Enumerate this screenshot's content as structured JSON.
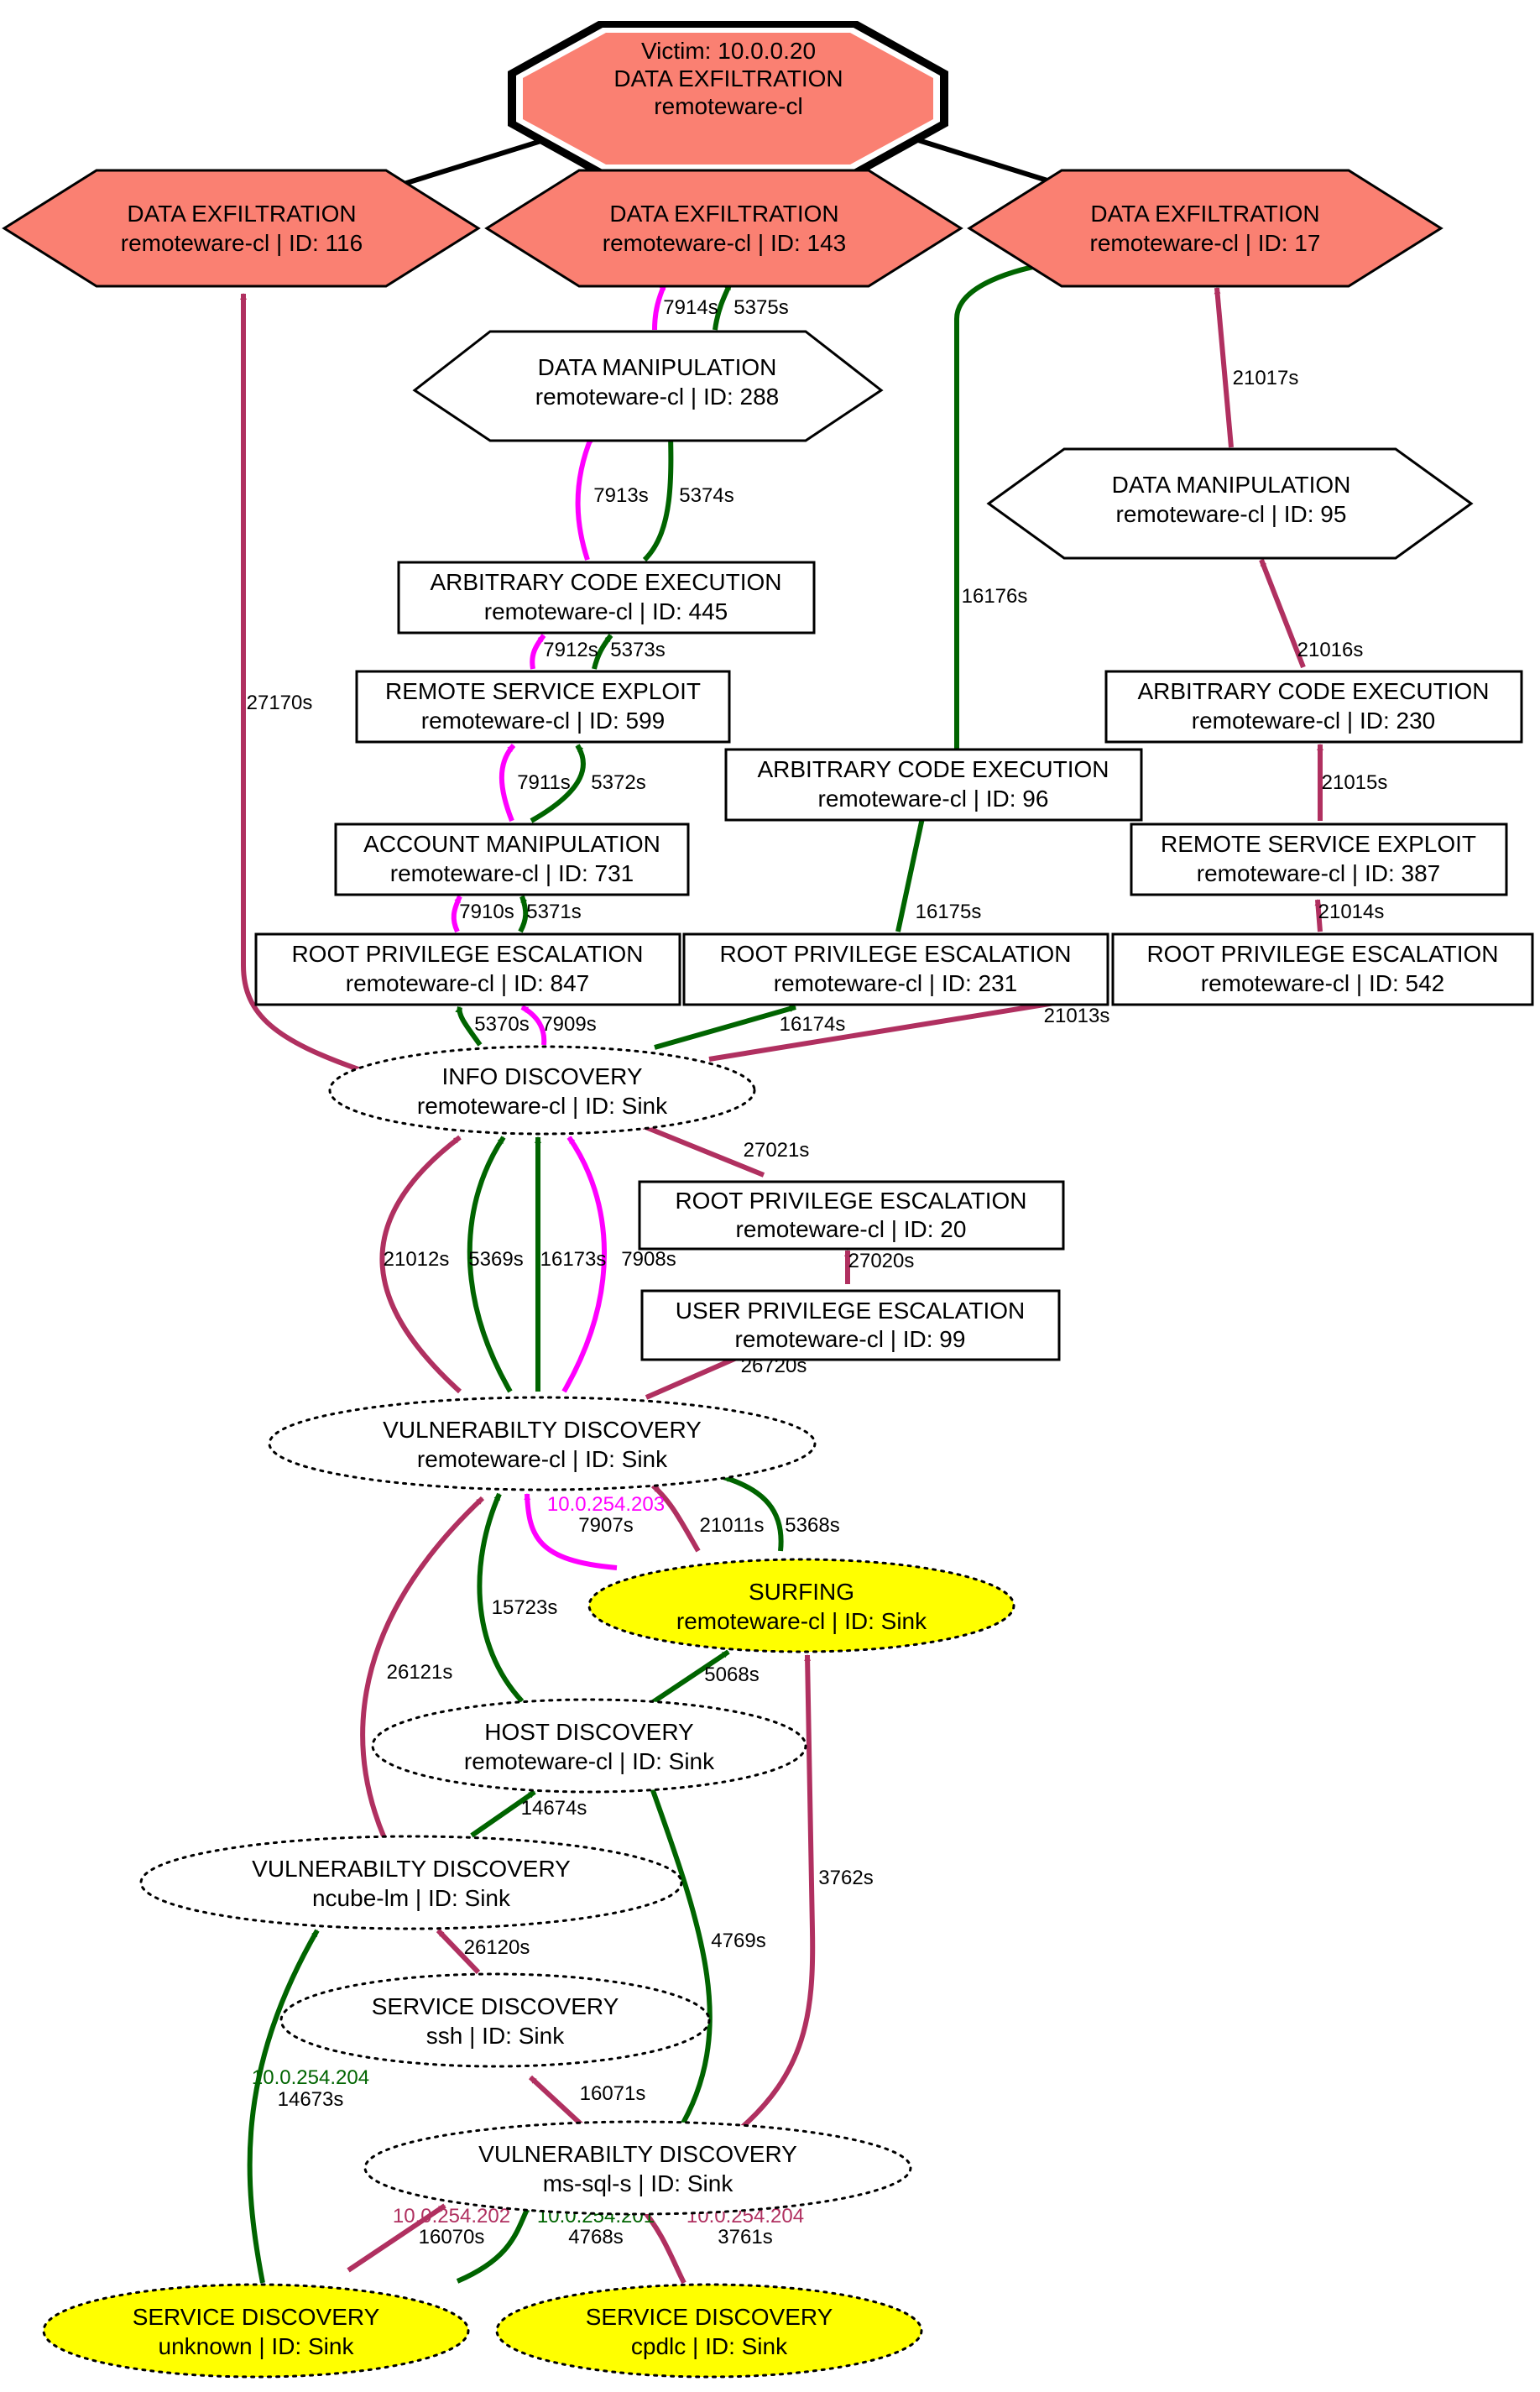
{
  "colors": {
    "victim_fill": "#fa8072",
    "sink_fill": "#ffff00",
    "green": "#006400",
    "magenta": "#ff00ff",
    "maroon": "#b03060",
    "black": "#000000"
  },
  "nodes": {
    "victim": {
      "line1": "Victim: 10.0.0.20",
      "line2": "DATA EXFILTRATION",
      "line3": "remoteware-cl"
    },
    "exfil_116": {
      "line1": "DATA EXFILTRATION",
      "line2": "remoteware-cl | ID: 116"
    },
    "exfil_143": {
      "line1": "DATA EXFILTRATION",
      "line2": "remoteware-cl | ID: 143"
    },
    "exfil_17": {
      "line1": "DATA EXFILTRATION",
      "line2": "remoteware-cl | ID: 17"
    },
    "manip_288": {
      "line1": "DATA MANIPULATION",
      "line2": "remoteware-cl | ID: 288"
    },
    "manip_95": {
      "line1": "DATA MANIPULATION",
      "line2": "remoteware-cl | ID: 95"
    },
    "ace_445": {
      "line1": "ARBITRARY CODE EXECUTION",
      "line2": "remoteware-cl | ID: 445"
    },
    "rse_599": {
      "line1": "REMOTE SERVICE EXPLOIT",
      "line2": "remoteware-cl | ID: 599"
    },
    "ace_96": {
      "line1": "ARBITRARY CODE EXECUTION",
      "line2": "remoteware-cl | ID: 96"
    },
    "ace_230": {
      "line1": "ARBITRARY CODE EXECUTION",
      "line2": "remoteware-cl | ID: 230"
    },
    "acct_731": {
      "line1": "ACCOUNT MANIPULATION",
      "line2": "remoteware-cl | ID: 731"
    },
    "rse_387": {
      "line1": "REMOTE SERVICE EXPLOIT",
      "line2": "remoteware-cl | ID: 387"
    },
    "rpe_847": {
      "line1": "ROOT PRIVILEGE ESCALATION",
      "line2": "remoteware-cl | ID: 847"
    },
    "rpe_231": {
      "line1": "ROOT PRIVILEGE ESCALATION",
      "line2": "remoteware-cl | ID: 231"
    },
    "rpe_542": {
      "line1": "ROOT PRIVILEGE ESCALATION",
      "line2": "remoteware-cl | ID: 542"
    },
    "info_sink": {
      "line1": "INFO DISCOVERY",
      "line2": "remoteware-cl | ID: Sink"
    },
    "rpe_20": {
      "line1": "ROOT PRIVILEGE ESCALATION",
      "line2": "remoteware-cl | ID: 20"
    },
    "upe_99": {
      "line1": "USER PRIVILEGE ESCALATION",
      "line2": "remoteware-cl | ID: 99"
    },
    "vuln_remote": {
      "line1": "VULNERABILTY DISCOVERY",
      "line2": "remoteware-cl | ID: Sink"
    },
    "surfing": {
      "line1": "SURFING",
      "line2": "remoteware-cl | ID: Sink"
    },
    "host_disc": {
      "line1": "HOST DISCOVERY",
      "line2": "remoteware-cl | ID: Sink"
    },
    "vuln_ncube": {
      "line1": "VULNERABILTY DISCOVERY",
      "line2": "ncube-lm | ID: Sink"
    },
    "svc_ssh": {
      "line1": "SERVICE DISCOVERY",
      "line2": "ssh | ID: Sink"
    },
    "vuln_mssql": {
      "line1": "VULNERABILTY DISCOVERY",
      "line2": "ms-sql-s | ID: Sink"
    },
    "svc_unknown": {
      "line1": "SERVICE DISCOVERY",
      "line2": "unknown | ID: Sink"
    },
    "svc_cpdlc": {
      "line1": "SERVICE DISCOVERY",
      "line2": "cpdlc | ID: Sink"
    }
  },
  "edges": [
    {
      "id": "e1",
      "from": "exfil_116",
      "to": "victim",
      "color": "black",
      "label": ""
    },
    {
      "id": "e2",
      "from": "exfil_143",
      "to": "victim",
      "color": "black",
      "label": ""
    },
    {
      "id": "e3",
      "from": "exfil_17",
      "to": "victim",
      "color": "black",
      "label": ""
    },
    {
      "id": "e4",
      "from": "info_sink",
      "to": "exfil_116",
      "color": "maroon",
      "label": "27170s"
    },
    {
      "id": "e5",
      "from": "manip_288",
      "to": "exfil_143",
      "color": "magenta",
      "label": "7914s"
    },
    {
      "id": "e6",
      "from": "manip_288",
      "to": "exfil_143",
      "color": "green",
      "label": "5375s"
    },
    {
      "id": "e7",
      "from": "ace_96",
      "to": "exfil_17",
      "color": "green",
      "label": "16176s"
    },
    {
      "id": "e8",
      "from": "manip_95",
      "to": "exfil_17",
      "color": "maroon",
      "label": "21017s"
    },
    {
      "id": "e9",
      "from": "ace_445",
      "to": "manip_288",
      "color": "magenta",
      "label": "7913s"
    },
    {
      "id": "e10",
      "from": "ace_445",
      "to": "manip_288",
      "color": "green",
      "label": "5374s"
    },
    {
      "id": "e11",
      "from": "ace_230",
      "to": "manip_95",
      "color": "maroon",
      "label": "21016s"
    },
    {
      "id": "e12",
      "from": "rse_599",
      "to": "ace_445",
      "color": "magenta",
      "label": "7912s"
    },
    {
      "id": "e13",
      "from": "rse_599",
      "to": "ace_445",
      "color": "green",
      "label": "5373s"
    },
    {
      "id": "e14",
      "from": "rse_387",
      "to": "ace_230",
      "color": "maroon",
      "label": "21015s"
    },
    {
      "id": "e15",
      "from": "acct_731",
      "to": "rse_599",
      "color": "magenta",
      "label": "7911s"
    },
    {
      "id": "e16",
      "from": "acct_731",
      "to": "rse_599",
      "color": "green",
      "label": "5372s"
    },
    {
      "id": "e17",
      "from": "rpe_231",
      "to": "ace_96",
      "color": "green",
      "label": "16175s"
    },
    {
      "id": "e18",
      "from": "rpe_542",
      "to": "rse_387",
      "color": "maroon",
      "label": "21014s"
    },
    {
      "id": "e19",
      "from": "rpe_847",
      "to": "acct_731",
      "color": "magenta",
      "label": "7910s"
    },
    {
      "id": "e20",
      "from": "rpe_847",
      "to": "acct_731",
      "color": "green",
      "label": "5371s"
    },
    {
      "id": "e21",
      "from": "info_sink",
      "to": "rpe_847",
      "color": "green",
      "label": "5370s"
    },
    {
      "id": "e22",
      "from": "info_sink",
      "to": "rpe_847",
      "color": "magenta",
      "label": "7909s"
    },
    {
      "id": "e23",
      "from": "info_sink",
      "to": "rpe_231",
      "color": "green",
      "label": "16174s"
    },
    {
      "id": "e24",
      "from": "info_sink",
      "to": "rpe_542",
      "color": "maroon",
      "label": "21013s"
    },
    {
      "id": "e25",
      "from": "rpe_20",
      "to": "info_sink",
      "color": "maroon",
      "label": "27021s"
    },
    {
      "id": "e26",
      "from": "upe_99",
      "to": "rpe_20",
      "color": "maroon",
      "label": "27020s"
    },
    {
      "id": "e27",
      "from": "vuln_remote",
      "to": "upe_99",
      "color": "maroon",
      "label": "26720s"
    },
    {
      "id": "e28",
      "from": "vuln_remote",
      "to": "info_sink",
      "color": "maroon",
      "label": "21012s"
    },
    {
      "id": "e29",
      "from": "vuln_remote",
      "to": "info_sink",
      "color": "green",
      "label": "5369s"
    },
    {
      "id": "e30",
      "from": "vuln_remote",
      "to": "info_sink",
      "color": "green",
      "label": "16173s"
    },
    {
      "id": "e31",
      "from": "vuln_remote",
      "to": "info_sink",
      "color": "magenta",
      "label": "7908s"
    },
    {
      "id": "e32",
      "from": "surfing",
      "to": "vuln_remote",
      "color": "magenta",
      "label": "7907s",
      "ip": "10.0.254.203"
    },
    {
      "id": "e33",
      "from": "surfing",
      "to": "vuln_remote",
      "color": "maroon",
      "label": "21011s"
    },
    {
      "id": "e34",
      "from": "surfing",
      "to": "vuln_remote",
      "color": "green",
      "label": "5368s"
    },
    {
      "id": "e35",
      "from": "host_disc",
      "to": "vuln_remote",
      "color": "green",
      "label": "15723s"
    },
    {
      "id": "e36",
      "from": "vuln_ncube",
      "to": "vuln_remote",
      "color": "maroon",
      "label": "26121s"
    },
    {
      "id": "e37",
      "from": "host_disc",
      "to": "surfing",
      "color": "green",
      "label": "5068s"
    },
    {
      "id": "e38",
      "from": "vuln_mssql",
      "to": "surfing",
      "color": "maroon",
      "label": "3762s"
    },
    {
      "id": "e39",
      "from": "vuln_ncube",
      "to": "host_disc",
      "color": "green",
      "label": "14674s"
    },
    {
      "id": "e40",
      "from": "vuln_mssql",
      "to": "host_disc",
      "color": "green",
      "label": "4769s"
    },
    {
      "id": "e41",
      "from": "svc_ssh",
      "to": "vuln_ncube",
      "color": "maroon",
      "label": "26120s"
    },
    {
      "id": "e42",
      "from": "svc_unknown",
      "to": "vuln_ncube",
      "color": "green",
      "label": "14673s",
      "ip": "10.0.254.204"
    },
    {
      "id": "e43",
      "from": "vuln_mssql",
      "to": "svc_ssh",
      "color": "maroon",
      "label": "16071s"
    },
    {
      "id": "e44",
      "from": "svc_unknown",
      "to": "vuln_mssql",
      "color": "maroon",
      "label": "16070s",
      "ip": "10.0.254.202"
    },
    {
      "id": "e45",
      "from": "svc_unknown",
      "to": "vuln_mssql",
      "color": "green",
      "label": "4768s",
      "ip": "10.0.254.201"
    },
    {
      "id": "e46",
      "from": "svc_cpdlc",
      "to": "vuln_mssql",
      "color": "maroon",
      "label": "3761s",
      "ip": "10.0.254.204"
    }
  ]
}
